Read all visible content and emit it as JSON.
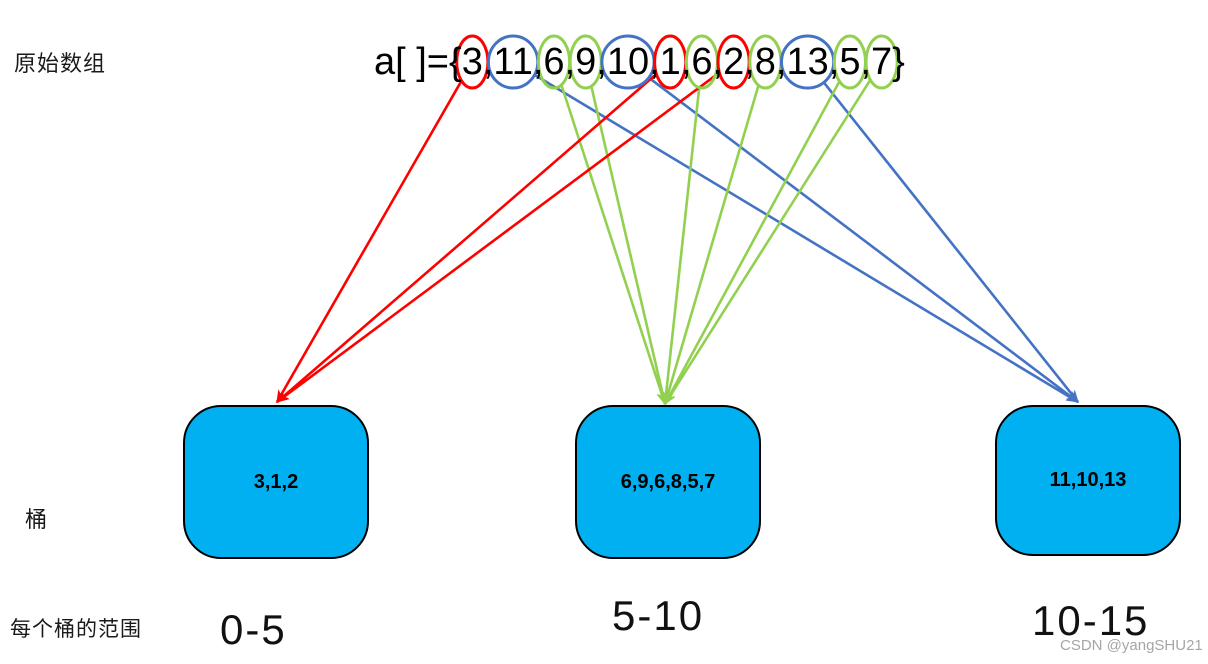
{
  "labels": {
    "original_array": "原始数组",
    "bucket": "桶",
    "bucket_range": "每个桶的范围"
  },
  "array": {
    "prefix": "a[ ]={",
    "suffix": "}",
    "separator": ",",
    "elements": [
      {
        "value": "3",
        "group": "red"
      },
      {
        "value": "11",
        "group": "blue"
      },
      {
        "value": "6",
        "group": "green"
      },
      {
        "value": "9",
        "group": "green"
      },
      {
        "value": "10",
        "group": "blue"
      },
      {
        "value": "1",
        "group": "red"
      },
      {
        "value": "6",
        "group": "green"
      },
      {
        "value": "2",
        "group": "red"
      },
      {
        "value": "8",
        "group": "green"
      },
      {
        "value": "13",
        "group": "blue"
      },
      {
        "value": "5",
        "group": "green"
      },
      {
        "value": "7",
        "group": "green"
      }
    ]
  },
  "buckets": [
    {
      "contents": "3,1,2",
      "range": "0-5",
      "group": "red"
    },
    {
      "contents": "6,9,6,8,5,7",
      "range": "5-10",
      "group": "green"
    },
    {
      "contents": "11,10,13",
      "range": "10-15",
      "group": "blue"
    }
  ],
  "colors": {
    "red": "#FF0000",
    "green": "#92D050",
    "blue": "#4472C4",
    "bucket_fill": "#00B0F0",
    "bucket_border": "#000000"
  },
  "watermark": "CSDN @yangSHU21"
}
